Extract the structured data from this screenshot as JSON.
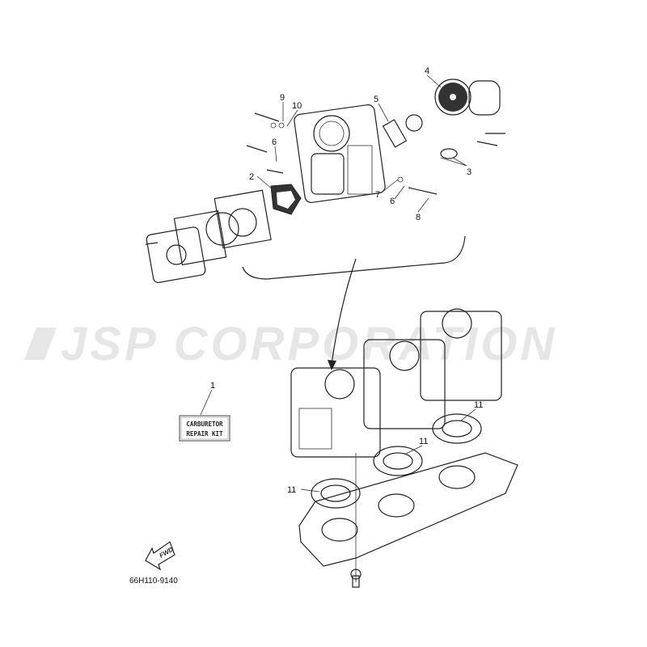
{
  "watermark": "JSP CORPORATION",
  "callouts": [
    "9",
    "10",
    "4",
    "5",
    "6",
    "2",
    "7",
    "6",
    "3",
    "8",
    "1",
    "11",
    "11",
    "11"
  ],
  "kit_label": {
    "line1": "CARBURETOR",
    "line2": "REPAIR KIT"
  },
  "fwd_label": "FWD",
  "part_code": "66H110-9140"
}
